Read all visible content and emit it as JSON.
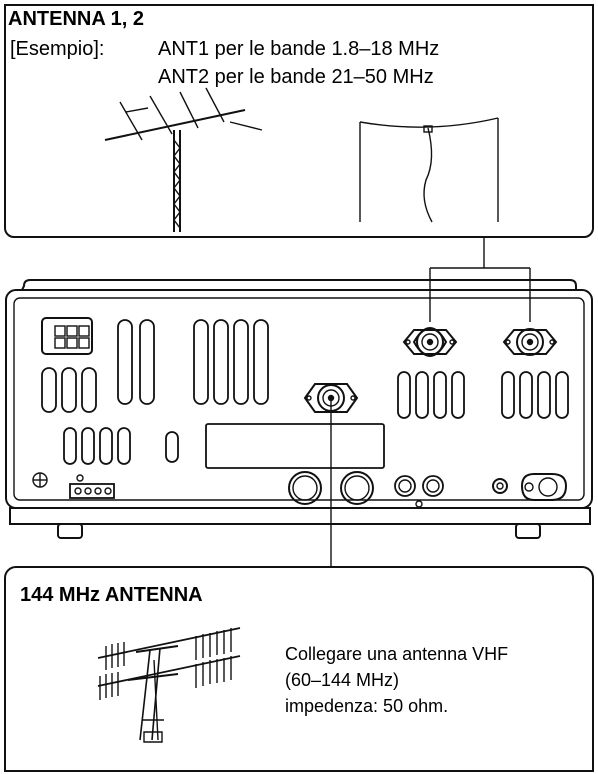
{
  "top_panel": {
    "title": "ANTENNA 1, 2",
    "example_label": "[Esempio]:",
    "lines": [
      "ANT1 per le bande 1.8–18 MHz",
      "ANT2 per le bande 21–50 MHz"
    ]
  },
  "bottom_panel": {
    "title": "144 MHz ANTENNA",
    "lines": [
      "Collegare una antenna VHF",
      "(60–144 MHz)",
      " impedenza: 50 ohm."
    ]
  }
}
